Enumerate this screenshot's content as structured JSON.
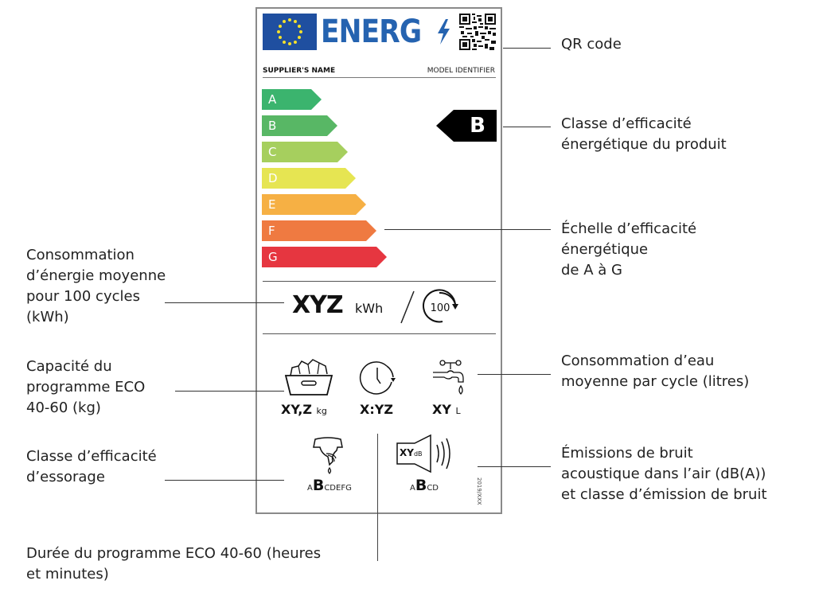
{
  "label": {
    "header": {
      "brand_word": "ENERG",
      "supplier_name": "SUPPLIER'S NAME",
      "model_identifier": "MODEL IDENTIFIER"
    },
    "efficiency_scale": [
      {
        "letter": "A",
        "color": "#3bb46e"
      },
      {
        "letter": "B",
        "color": "#58b765"
      },
      {
        "letter": "C",
        "color": "#a6cf5e"
      },
      {
        "letter": "D",
        "color": "#e6e552"
      },
      {
        "letter": "E",
        "color": "#f6b044"
      },
      {
        "letter": "F",
        "color": "#ef7a41"
      },
      {
        "letter": "G",
        "color": "#e63640"
      }
    ],
    "product_class": "B",
    "energy": {
      "value": "XYZ",
      "unit": "kWh",
      "cycles": "100"
    },
    "capacity": {
      "value": "XY,Z",
      "unit": "kg"
    },
    "duration": {
      "value": "X:YZ"
    },
    "water": {
      "value": "XY",
      "unit": "L"
    },
    "spin_class": {
      "prefix": "A",
      "selected": "B",
      "suffix": "CDEFG"
    },
    "noise": {
      "value": "XY",
      "unit": "dB",
      "prefix": "A",
      "selected": "B",
      "suffix": "CD"
    },
    "regulation": "2019/XXX"
  },
  "annotations": {
    "qr_code": [
      "QR code"
    ],
    "product_class": [
      "Classe d’efficacité",
      "énergétique du produit"
    ],
    "scale": [
      "Échelle d’efficacité",
      "énergétique",
      "de A à G"
    ],
    "energy": [
      "Consommation",
      "d’énergie moyenne",
      "pour 100 cycles",
      "(kWh)"
    ],
    "capacity": [
      "Capacité  du",
      "programme ECO",
      "40-60 (kg)"
    ],
    "water": [
      "Consommation d’eau",
      "moyenne par cycle (litres)"
    ],
    "spin": [
      "Classe d’efficacité",
      "d’essorage"
    ],
    "noise": [
      "Émissions de bruit",
      "acoustique dans l’air (dB(A))",
      "et classe d’émission de bruit"
    ],
    "duration": [
      "Durée du programme ECO 40-60 (heures",
      "et minutes)"
    ]
  },
  "icons": {
    "eu_flag": "eu-flag-icon",
    "bolt": "lightning-bolt-icon",
    "qr": "qr-code-icon",
    "cycle": "cycle-arrow-icon",
    "basket": "laundry-basket-icon",
    "clock": "clock-icon",
    "tap": "water-tap-icon",
    "shirt": "spin-shirt-icon",
    "speaker": "speaker-icon"
  }
}
